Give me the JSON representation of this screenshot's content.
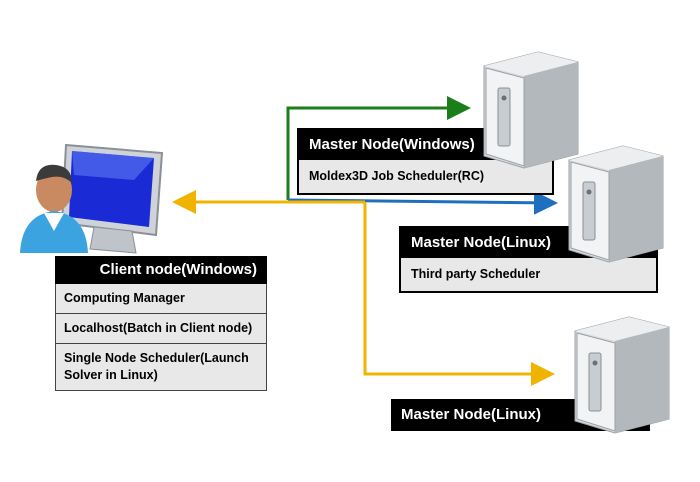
{
  "client": {
    "title": "Client node(Windows)",
    "items": [
      "Computing Manager",
      "Localhost(Batch in Client node)",
      "Single Node Scheduler(Launch Solver in Linux)"
    ]
  },
  "master_windows": {
    "title": "Master Node(Windows)",
    "subtitle": "Moldex3D Job Scheduler(RC)"
  },
  "master_linux_1": {
    "title": "Master Node(Linux)",
    "subtitle": "Third party Scheduler"
  },
  "master_linux_2": {
    "title": "Master Node(Linux)"
  },
  "colors": {
    "green_link": "#1a7f1a",
    "blue_link": "#1f6fbf",
    "yellow_link": "#f0b400",
    "box_header": "#000000",
    "box_row": "#e8e8e8"
  },
  "icons": [
    "user-computer-icon",
    "server-tower-icon"
  ]
}
